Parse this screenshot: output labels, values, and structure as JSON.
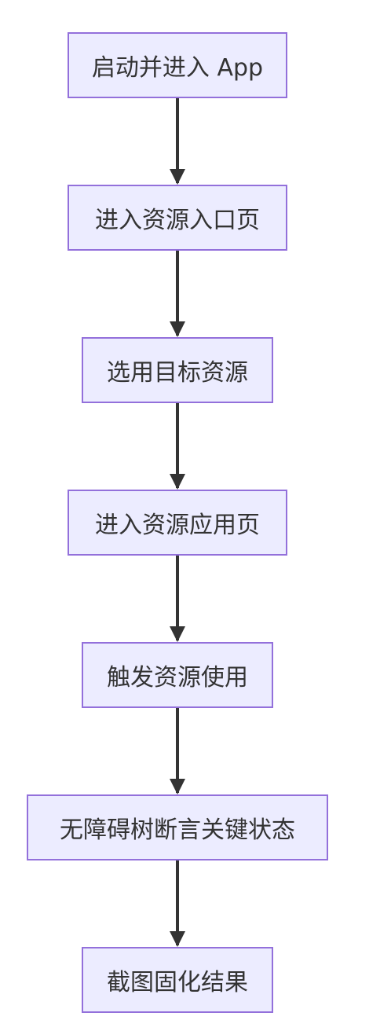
{
  "flowchart": {
    "steps": [
      {
        "label": "启动并进入 App"
      },
      {
        "label": "进入资源入口页"
      },
      {
        "label": "选用目标资源"
      },
      {
        "label": "进入资源应用页"
      },
      {
        "label": "触发资源使用"
      },
      {
        "label": "无障碍树断言关键状态"
      },
      {
        "label": "截图固化结果"
      }
    ],
    "edges": [
      {
        "from": 0,
        "to": 1
      },
      {
        "from": 1,
        "to": 2
      },
      {
        "from": 2,
        "to": 3
      },
      {
        "from": 3,
        "to": 4
      },
      {
        "from": 4,
        "to": 5
      },
      {
        "from": 5,
        "to": 6
      }
    ],
    "colors": {
      "node_fill": "#ECECFF",
      "node_border": "#9370DB",
      "text": "#333333",
      "edge": "#333333"
    }
  }
}
